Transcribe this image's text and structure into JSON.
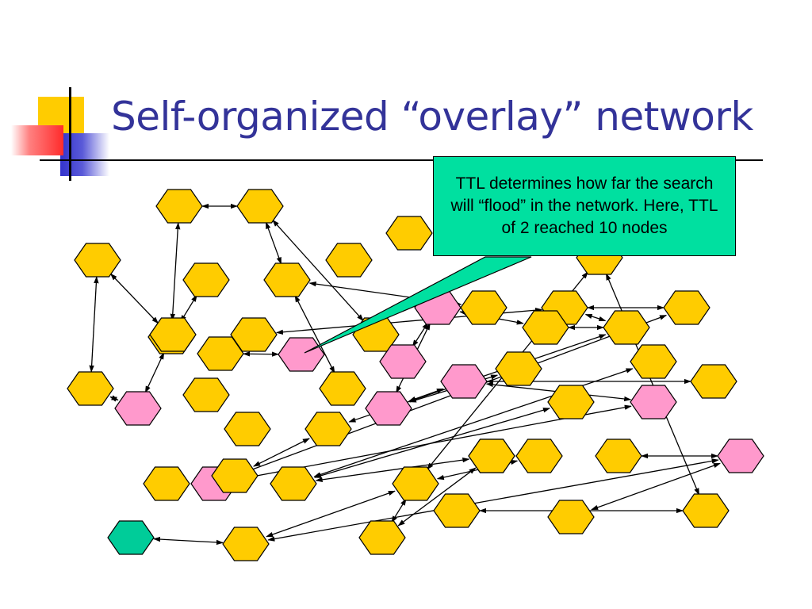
{
  "slide": {
    "title": "Self-organized “overlay” network",
    "callout": "TTL determines how far the search will “flood” in the network.  Here, TTL of 2 reached 10 nodes"
  },
  "colors": {
    "title": "#333399",
    "node_default": "#ffcc00",
    "node_reached": "#ff99cc",
    "node_origin": "#00cc99",
    "callout_fill": "#00e0a0",
    "deco_yellow": "#ffcc00",
    "deco_red": "#ff3333",
    "deco_blue": "#3333cc"
  },
  "diagram": {
    "nodes": [
      {
        "id": "n1",
        "state": "default"
      },
      {
        "id": "n2",
        "state": "default"
      },
      {
        "id": "n3",
        "state": "default"
      },
      {
        "id": "n4",
        "state": "default"
      },
      {
        "id": "n5",
        "state": "default"
      },
      {
        "id": "n6",
        "state": "default"
      },
      {
        "id": "n7",
        "state": "default"
      },
      {
        "id": "n8",
        "state": "default"
      },
      {
        "id": "n9",
        "state": "default"
      },
      {
        "id": "n10",
        "state": "default"
      },
      {
        "id": "n11",
        "state": "default"
      },
      {
        "id": "n12",
        "state": "reached"
      },
      {
        "id": "n13",
        "state": "default"
      },
      {
        "id": "n14",
        "state": "default"
      },
      {
        "id": "n15",
        "state": "default"
      },
      {
        "id": "n16",
        "state": "reached"
      },
      {
        "id": "n17",
        "state": "default"
      },
      {
        "id": "n18",
        "state": "reached"
      },
      {
        "id": "n19",
        "state": "reached"
      },
      {
        "id": "n20",
        "state": "reached"
      },
      {
        "id": "n21",
        "state": "default"
      },
      {
        "id": "n22",
        "state": "default"
      },
      {
        "id": "n23",
        "state": "default"
      },
      {
        "id": "n24",
        "state": "reached"
      },
      {
        "id": "n25",
        "state": "default"
      },
      {
        "id": "n26",
        "state": "default"
      },
      {
        "id": "n27",
        "state": "default"
      },
      {
        "id": "n28",
        "state": "default"
      },
      {
        "id": "n29",
        "state": "default"
      },
      {
        "id": "n30",
        "state": "reached"
      },
      {
        "id": "n31",
        "state": "default"
      },
      {
        "id": "n32",
        "state": "default"
      },
      {
        "id": "n33",
        "state": "default"
      },
      {
        "id": "n34",
        "state": "default"
      },
      {
        "id": "n35",
        "state": "reached"
      },
      {
        "id": "n36",
        "state": "default"
      },
      {
        "id": "n37",
        "state": "reached"
      },
      {
        "id": "n38",
        "state": "default"
      },
      {
        "id": "n39",
        "state": "default"
      },
      {
        "id": "n40",
        "state": "default"
      },
      {
        "id": "n41",
        "state": "default"
      },
      {
        "id": "n42",
        "state": "reached"
      },
      {
        "id": "n43",
        "state": "default"
      },
      {
        "id": "n44",
        "state": "default"
      },
      {
        "id": "n45",
        "state": "default"
      },
      {
        "id": "n46",
        "state": "origin"
      },
      {
        "id": "n47",
        "state": "default"
      },
      {
        "id": "n48",
        "state": "default"
      },
      {
        "id": "n49",
        "state": "default"
      },
      {
        "id": "n50",
        "state": "default"
      }
    ],
    "edges": [
      [
        "n1",
        "n2"
      ],
      [
        "n1",
        "n3"
      ],
      [
        "n1",
        "n4"
      ],
      [
        "n1",
        "n16"
      ],
      [
        "n2",
        "n5"
      ],
      [
        "n3",
        "n15"
      ],
      [
        "n5",
        "n13"
      ],
      [
        "n5",
        "n8"
      ],
      [
        "n8",
        "n21"
      ],
      [
        "n8",
        "n14"
      ],
      [
        "n9",
        "n12"
      ],
      [
        "n11",
        "n22"
      ],
      [
        "n13",
        "n19"
      ],
      [
        "n15",
        "n16"
      ],
      [
        "n18",
        "n24"
      ],
      [
        "n18",
        "n20"
      ],
      [
        "n18",
        "n23"
      ],
      [
        "n20",
        "n27"
      ],
      [
        "n20",
        "n19"
      ],
      [
        "n22",
        "n28"
      ],
      [
        "n22",
        "n29"
      ],
      [
        "n24",
        "n30"
      ],
      [
        "n24",
        "n31"
      ],
      [
        "n25",
        "n36"
      ],
      [
        "n26",
        "n36"
      ],
      [
        "n27",
        "n28"
      ],
      [
        "n28",
        "n33"
      ],
      [
        "n29",
        "n35"
      ],
      [
        "n30",
        "n35"
      ],
      [
        "n33",
        "n50"
      ],
      [
        "n37",
        "n36"
      ],
      [
        "n38",
        "n40"
      ],
      [
        "n39",
        "n42"
      ],
      [
        "n40",
        "n43"
      ],
      [
        "n40",
        "n47"
      ],
      [
        "n40",
        "n48"
      ],
      [
        "n41",
        "n45"
      ],
      [
        "n42",
        "n47"
      ],
      [
        "n42",
        "n44"
      ],
      [
        "n43",
        "n49"
      ],
      [
        "n45",
        "n48"
      ],
      [
        "n46",
        "n47"
      ]
    ]
  }
}
